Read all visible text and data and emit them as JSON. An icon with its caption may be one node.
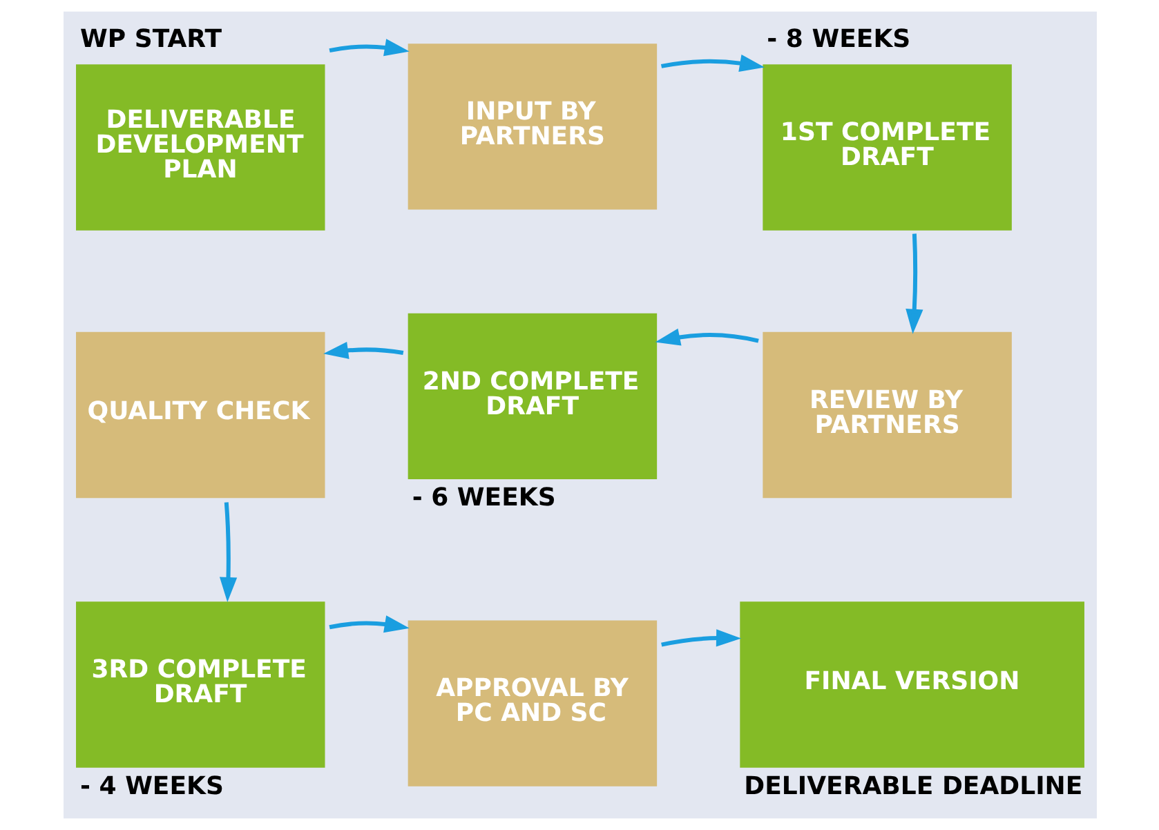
{
  "diagram": {
    "nodes": [
      {
        "text": [
          "DELIVERABLE DEVELOPMENT PLAN"
        ],
        "beside": [
          "WP START"
        ]
      },
      {
        "text": [
          "INPUT BY PARTNERS"
        ]
      },
      {
        "text": [
          "1ST COMPLETE DRAFT"
        ],
        "beside": [
          "- 8 WEEKS"
        ]
      },
      {
        "text": [
          "REVIEW BY PARTNERS"
        ]
      },
      {
        "text": [
          "2ND COMPLETE DRAFT"
        ],
        "beside": [
          "- 6 WEEKS"
        ]
      },
      {
        "text": [
          "QUALITY CHECK"
        ]
      },
      {
        "text": [
          "3RD COMPLETE DRAFT"
        ],
        "beside": [
          "- 4 WEEKS"
        ]
      },
      {
        "text": [
          "APPROVAL BY PC AND SC"
        ]
      },
      {
        "text": [
          "FINAL VERSION"
        ],
        "beside": [
          "DELIVERABLE DEADLINE"
        ]
      }
    ],
    "edges": [
      {
        "from": 0,
        "to": 1,
        "arrow": "to"
      },
      {
        "from": 1,
        "to": 2,
        "arrow": "to"
      },
      {
        "from": 2,
        "to": 3,
        "arrow": "to"
      },
      {
        "from": 3,
        "to": 4,
        "arrow": "to"
      },
      {
        "from": 4,
        "to": 5,
        "arrow": "to"
      },
      {
        "from": 5,
        "to": 6,
        "arrow": "to"
      },
      {
        "from": 6,
        "to": 7,
        "arrow": "to"
      },
      {
        "from": 7,
        "to": 8,
        "arrow": "to"
      }
    ]
  }
}
